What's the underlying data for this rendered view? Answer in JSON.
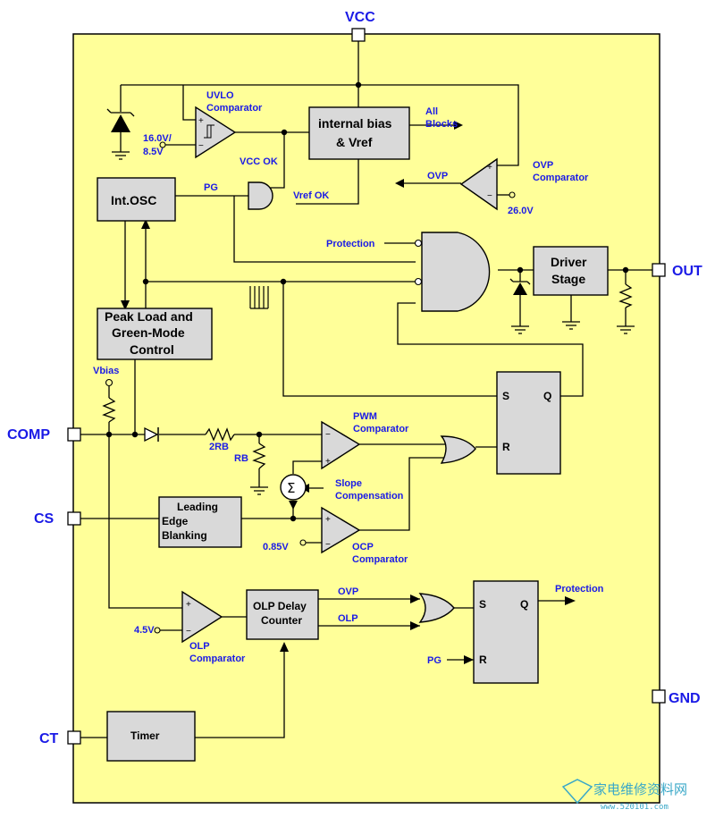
{
  "pins": {
    "vcc": "VCC",
    "comp": "COMP",
    "cs": "CS",
    "ct": "CT",
    "out": "OUT",
    "gnd": "GND"
  },
  "blocks": {
    "internal_bias_l1": "internal bias",
    "internal_bias_l2": "& Vref",
    "int_osc": "Int.OSC",
    "peak_load_l1": "Peak Load and",
    "peak_load_l2": "Green-Mode",
    "peak_load_l3": "Control",
    "driver_l1": "Driver",
    "driver_l2": "Stage",
    "leb_l1": "Leading",
    "leb_l2": "Edge",
    "leb_l3": "Blanking",
    "olp_delay_l1": "OLP Delay",
    "olp_delay_l2": "Counter",
    "timer": "Timer"
  },
  "labels": {
    "uvlo_l1": "UVLO",
    "uvlo_l2": "Comparator",
    "uvlo_th1": "16.0V/",
    "uvlo_th2": "8.5V",
    "vcc_ok": "VCC OK",
    "all_blocks_l1": "All",
    "all_blocks_l2": "Blocks",
    "ovp": "OVP",
    "ovp_comp_l1": "OVP",
    "ovp_comp_l2": "Comparator",
    "ovp_th": "26.0V",
    "pg": "PG",
    "vref_ok": "Vref OK",
    "protection_in": "Protection",
    "vbias": "Vbias",
    "r2rb": "2RB",
    "rb": "RB",
    "pwm_l1": "PWM",
    "pwm_l2": "Comparator",
    "slope_l1": "Slope",
    "slope_l2": "Compensation",
    "ocp_th": "0.85V",
    "ocp_l1": "OCP",
    "ocp_l2": "Comparator",
    "olp_th": "4.5V",
    "olp_comp_l1": "OLP",
    "olp_comp_l2": "Comparator",
    "ovp2": "OVP",
    "olp": "OLP",
    "protection_out": "Protection",
    "pg2": "PG",
    "s1": "S",
    "q1": "Q",
    "r1": "R",
    "s2": "S",
    "q2": "Q",
    "r2": "R",
    "sigma": "Σ",
    "plus": "+",
    "minus": "−"
  },
  "watermark": {
    "text": "家电维修资料网",
    "url": "www.520101.com"
  },
  "colors": {
    "background": "#ffff99",
    "block": "#d9d9d9",
    "label_blue": "#1a1ae6"
  }
}
